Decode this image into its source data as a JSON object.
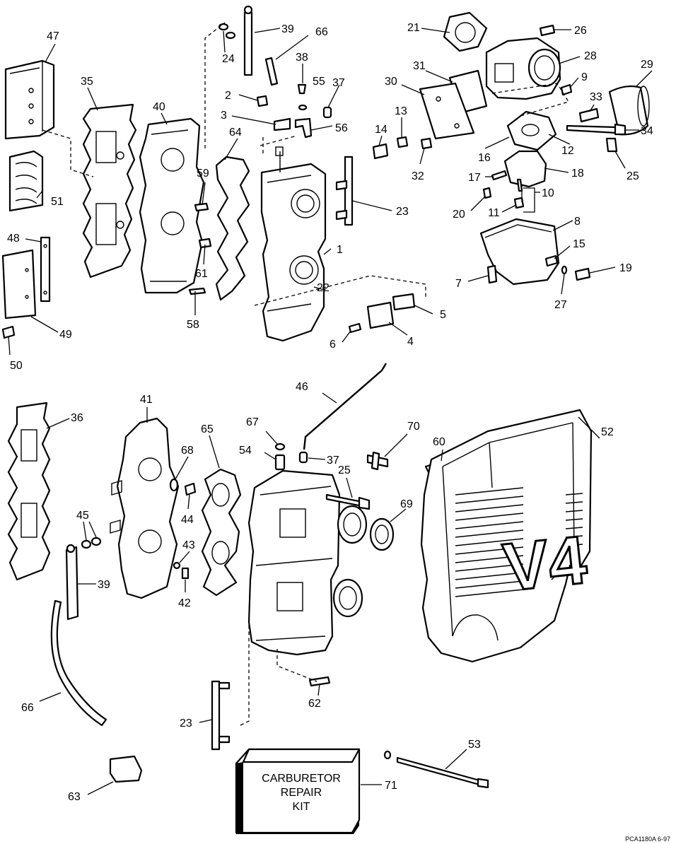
{
  "callouts": [
    "1",
    "2",
    "3",
    "4",
    "5",
    "6",
    "7",
    "8",
    "9",
    "10",
    "11",
    "12",
    "13",
    "14",
    "15",
    "16",
    "17",
    "18",
    "19",
    "20",
    "21",
    "22",
    "23",
    "23",
    "24",
    "25",
    "25",
    "26",
    "27",
    "28",
    "29",
    "30",
    "31",
    "32",
    "33",
    "34",
    "35",
    "36",
    "37",
    "37",
    "38",
    "39",
    "39",
    "40",
    "41",
    "42",
    "43",
    "44",
    "45",
    "46",
    "47",
    "48",
    "49",
    "50",
    "51",
    "52",
    "53",
    "54",
    "55",
    "56",
    "58",
    "59",
    "60",
    "61",
    "62",
    "63",
    "64",
    "65",
    "66",
    "66",
    "67",
    "68",
    "69",
    "70",
    "71"
  ],
  "kit_box": {
    "line1": "CARBURETOR",
    "line2": "REPAIR",
    "line3": "KIT"
  },
  "cover_logo": "V4",
  "figure_ref": "PCA1180A  6-97"
}
